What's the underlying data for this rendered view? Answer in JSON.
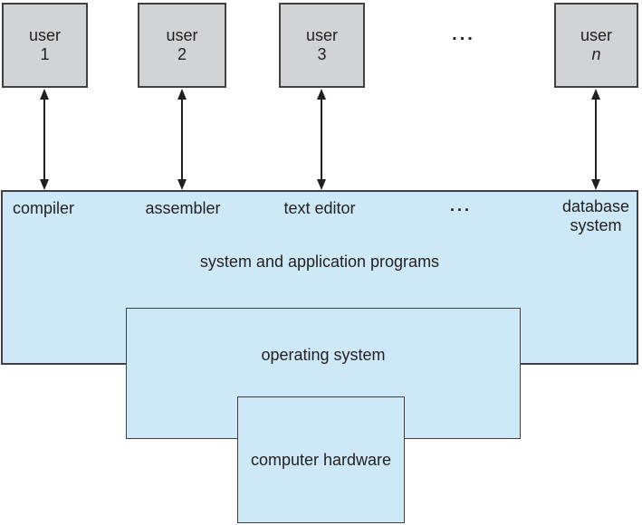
{
  "colors": {
    "user_box_fill": "#d1d3d4",
    "layer_fill": "#cde9f7",
    "border": "#414042",
    "line_and_text": "#231f20"
  },
  "users": [
    {
      "word": "user",
      "id": "1"
    },
    {
      "word": "user",
      "id": "2"
    },
    {
      "word": "user",
      "id": "3"
    },
    {
      "word": "user",
      "id": "n"
    }
  ],
  "ellipsis_between_users": "...",
  "programs_layer": {
    "labels": {
      "compiler": "compiler",
      "assembler": "assembler",
      "text_editor": "text editor",
      "ellipsis": "...",
      "database_line1": "database",
      "database_line2": "system"
    },
    "title": "system and application programs"
  },
  "os_layer": {
    "title": "operating system"
  },
  "hardware_layer": {
    "title": "computer hardware"
  },
  "arrows": {
    "style": "double-headed vertical",
    "count": 4
  }
}
